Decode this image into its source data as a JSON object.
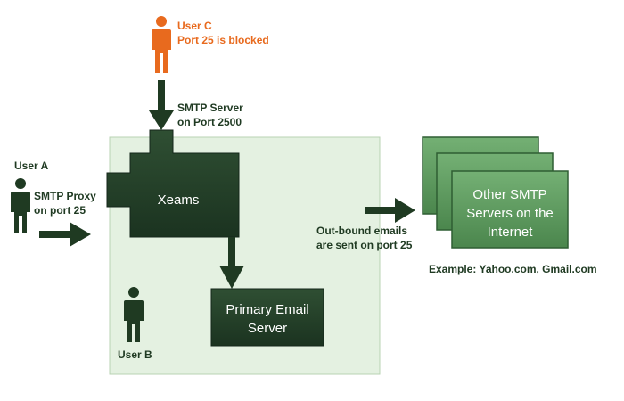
{
  "user_c": {
    "name": "User C",
    "note": "Port 25 is blocked"
  },
  "smtp_server": {
    "line1": "SMTP Server",
    "line2": "on Port 2500"
  },
  "user_a": {
    "name": "User A",
    "proxy_line1": "SMTP Proxy",
    "proxy_line2": "on port 25"
  },
  "xeams": {
    "label": "Xeams"
  },
  "primary_email": {
    "line1": "Primary Email",
    "line2": "Server"
  },
  "user_b": {
    "name": "User B"
  },
  "outbound": {
    "line1": "Out-bound emails",
    "line2": "are sent on port 25"
  },
  "other_smtp": {
    "line1": "Other SMTP",
    "line2": "Servers on the",
    "line3": "Internet"
  },
  "example": {
    "text": "Example: Yahoo.com, Gmail.com"
  },
  "colors": {
    "dark_green": "#1f3a22",
    "network_bg": "#e4f1e1",
    "server_green": "#5e9a5e",
    "orange": "#e86a1e"
  }
}
